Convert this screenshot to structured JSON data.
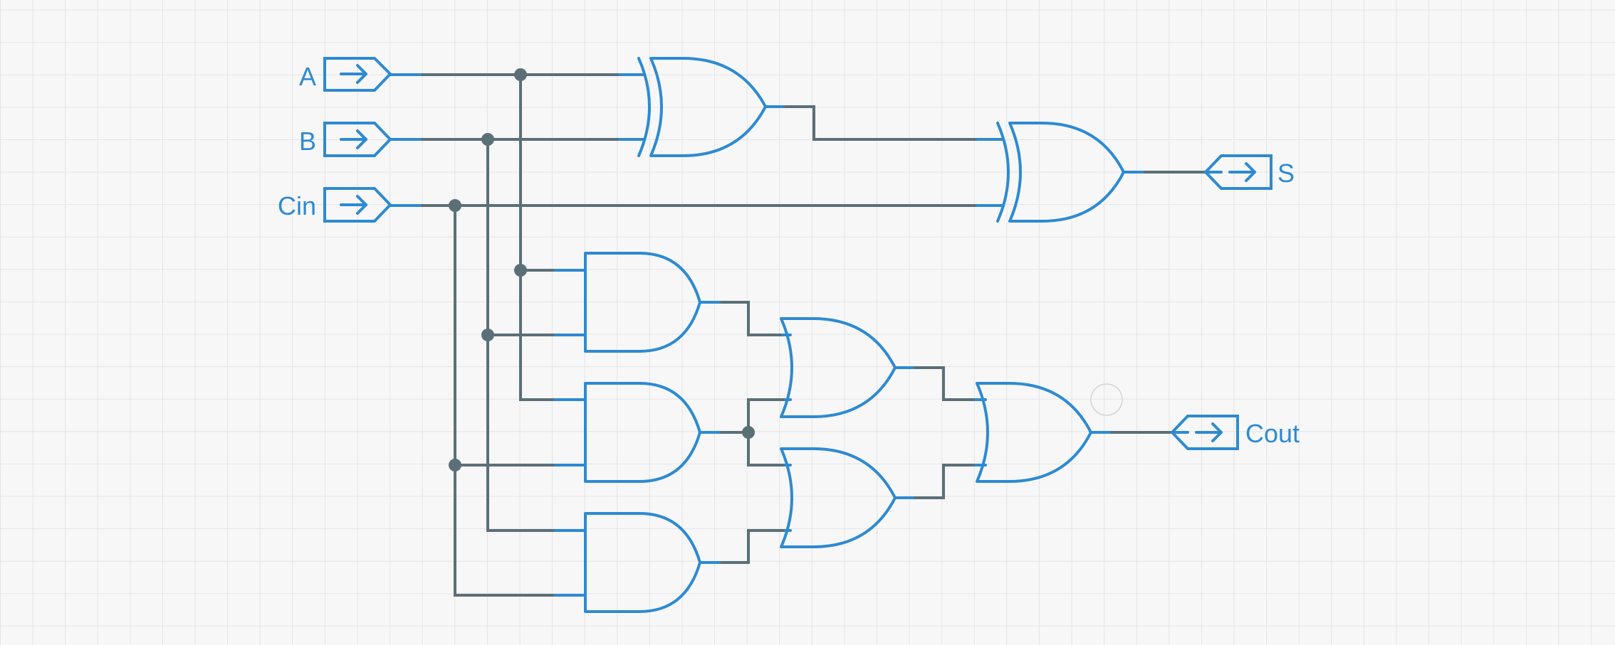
{
  "inputs": [
    {
      "id": "in-a",
      "label": "A"
    },
    {
      "id": "in-b",
      "label": "B"
    },
    {
      "id": "in-cin",
      "label": "Cin"
    }
  ],
  "outputs": [
    {
      "id": "out-s",
      "label": "S"
    },
    {
      "id": "out-cout",
      "label": "Cout"
    }
  ],
  "gates": [
    {
      "id": "xor-1",
      "type": "XOR"
    },
    {
      "id": "xor-2",
      "type": "XOR"
    },
    {
      "id": "and-1",
      "type": "AND"
    },
    {
      "id": "and-2",
      "type": "AND"
    },
    {
      "id": "and-3",
      "type": "AND"
    },
    {
      "id": "or-1",
      "type": "OR"
    },
    {
      "id": "or-2",
      "type": "OR"
    },
    {
      "id": "or-3",
      "type": "OR"
    }
  ],
  "colors": {
    "canvas_background": "#f7f7f7",
    "grid_line": "#e4e4e4",
    "component": "#2d8ad2",
    "wire": "#5b6f77"
  }
}
